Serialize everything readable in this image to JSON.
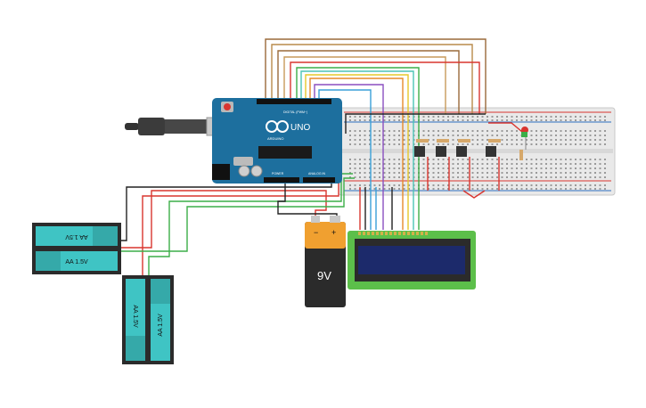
{
  "arduino": {
    "brand": "UNO",
    "logo_text": "ARDUINO",
    "digital_label": "DIGITAL (PWM~)",
    "power_label": "POWER",
    "analog_label": "ANALOG IN",
    "board_color": "#1d6f9e"
  },
  "battery_9v": {
    "label": "9V",
    "minus": "−",
    "plus": "+",
    "top_color": "#f0a030",
    "body_color": "#2b2b2b"
  },
  "aa_pack_horizontal": {
    "cells": [
      "AA 1.5V",
      "AA 1.5V"
    ],
    "cell_color": "#3fc4c4"
  },
  "aa_pack_vertical": {
    "cells": [
      "AA 1.5V",
      "AA 1.5V"
    ],
    "cell_color": "#3fc4c4"
  },
  "lcd": {
    "board_color": "#5cbf4a",
    "screen_color": "#1c2a6b"
  },
  "breadboard": {
    "color": "#e9e9e9",
    "rail_red": "#d9352f",
    "rail_blue": "#2d6fc0"
  },
  "led": {
    "color": "#d9352f"
  },
  "wire_colors": {
    "red": "#d9352f",
    "black": "#222222",
    "green": "#3cae48",
    "brown": "#9a6a3a",
    "orange": "#e58a2a",
    "yellow": "#e6c82a",
    "blue": "#3aa0d8",
    "purple": "#8a4fc0",
    "teal": "#4bc4b6"
  }
}
